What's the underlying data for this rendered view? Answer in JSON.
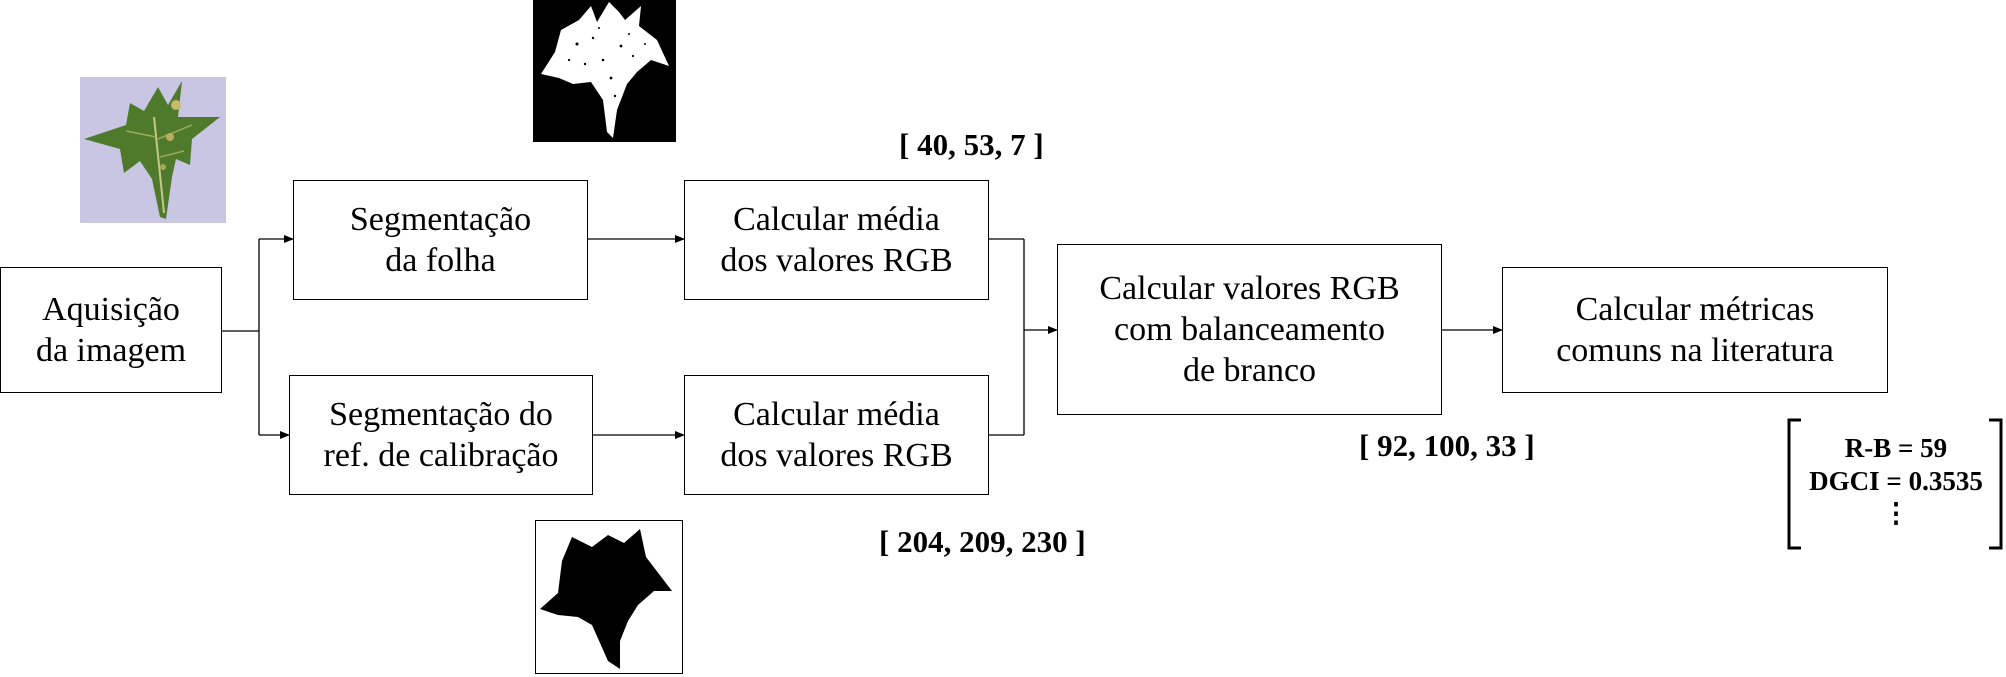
{
  "steps": {
    "acquisition": [
      "Aquisição",
      "da imagem"
    ],
    "leaf_segmentation": [
      "Segmentação",
      "da folha"
    ],
    "ref_segmentation": [
      "Segmentação do",
      "ref. de calibração"
    ],
    "mean_leaf": [
      "Calcular média",
      "dos valores RGB"
    ],
    "mean_ref": [
      "Calcular média",
      "dos valores RGB"
    ],
    "white_balance": [
      "Calcular valores RGB",
      "com balanceamento",
      "de branco"
    ],
    "metrics": [
      "Calcular métricas",
      "comuns na literatura"
    ]
  },
  "values": {
    "leaf_rgb": "[ 40, 53, 7 ]",
    "ref_rgb": "[ 204, 209, 230 ]",
    "balanced_rgb": "[ 92, 100, 33 ]"
  },
  "metrics_list": {
    "line1": "R-B = 59",
    "line2": "DGCI = 0.3535",
    "more": "⋮"
  },
  "colors": {
    "leaf_green": "#4f7a2c",
    "leaf_background": "#c9c6e4",
    "mask_black": "#000000",
    "mask_white": "#ffffff"
  }
}
